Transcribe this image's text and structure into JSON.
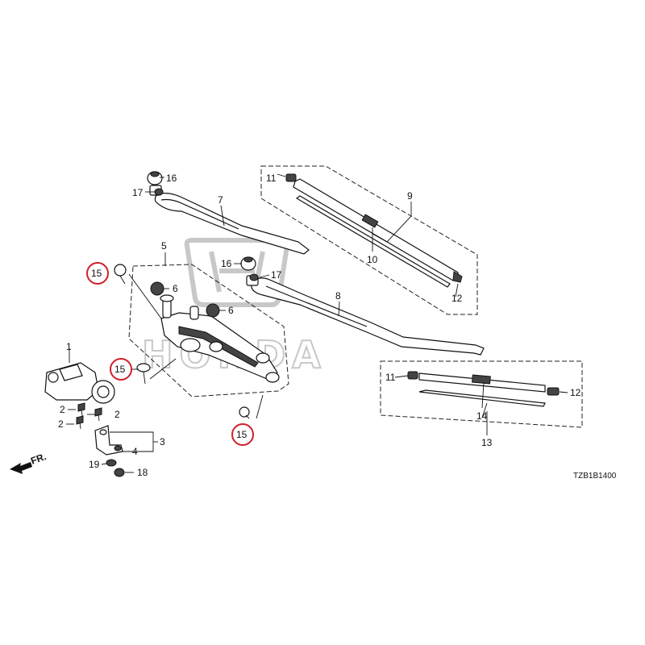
{
  "diagram_code": "TZB1B1400",
  "direction_label": "FR.",
  "watermark_text": "HONDA",
  "highlight_color": "#d0202a",
  "callouts": {
    "c1": "1",
    "c2a": "2",
    "c2b": "2",
    "c2c": "2",
    "c3": "3",
    "c4": "4",
    "c5": "5",
    "c6a": "6",
    "c6b": "6",
    "c7": "7",
    "c8": "8",
    "c9": "9",
    "c10": "10",
    "c11a": "11",
    "c11b": "11",
    "c12a": "12",
    "c12b": "12",
    "c13": "13",
    "c14": "14",
    "c15a": "15",
    "c15b": "15",
    "c15c": "15",
    "c16a": "16",
    "c16b": "16",
    "c17a": "17",
    "c17b": "17",
    "c18": "18",
    "c19": "19"
  }
}
